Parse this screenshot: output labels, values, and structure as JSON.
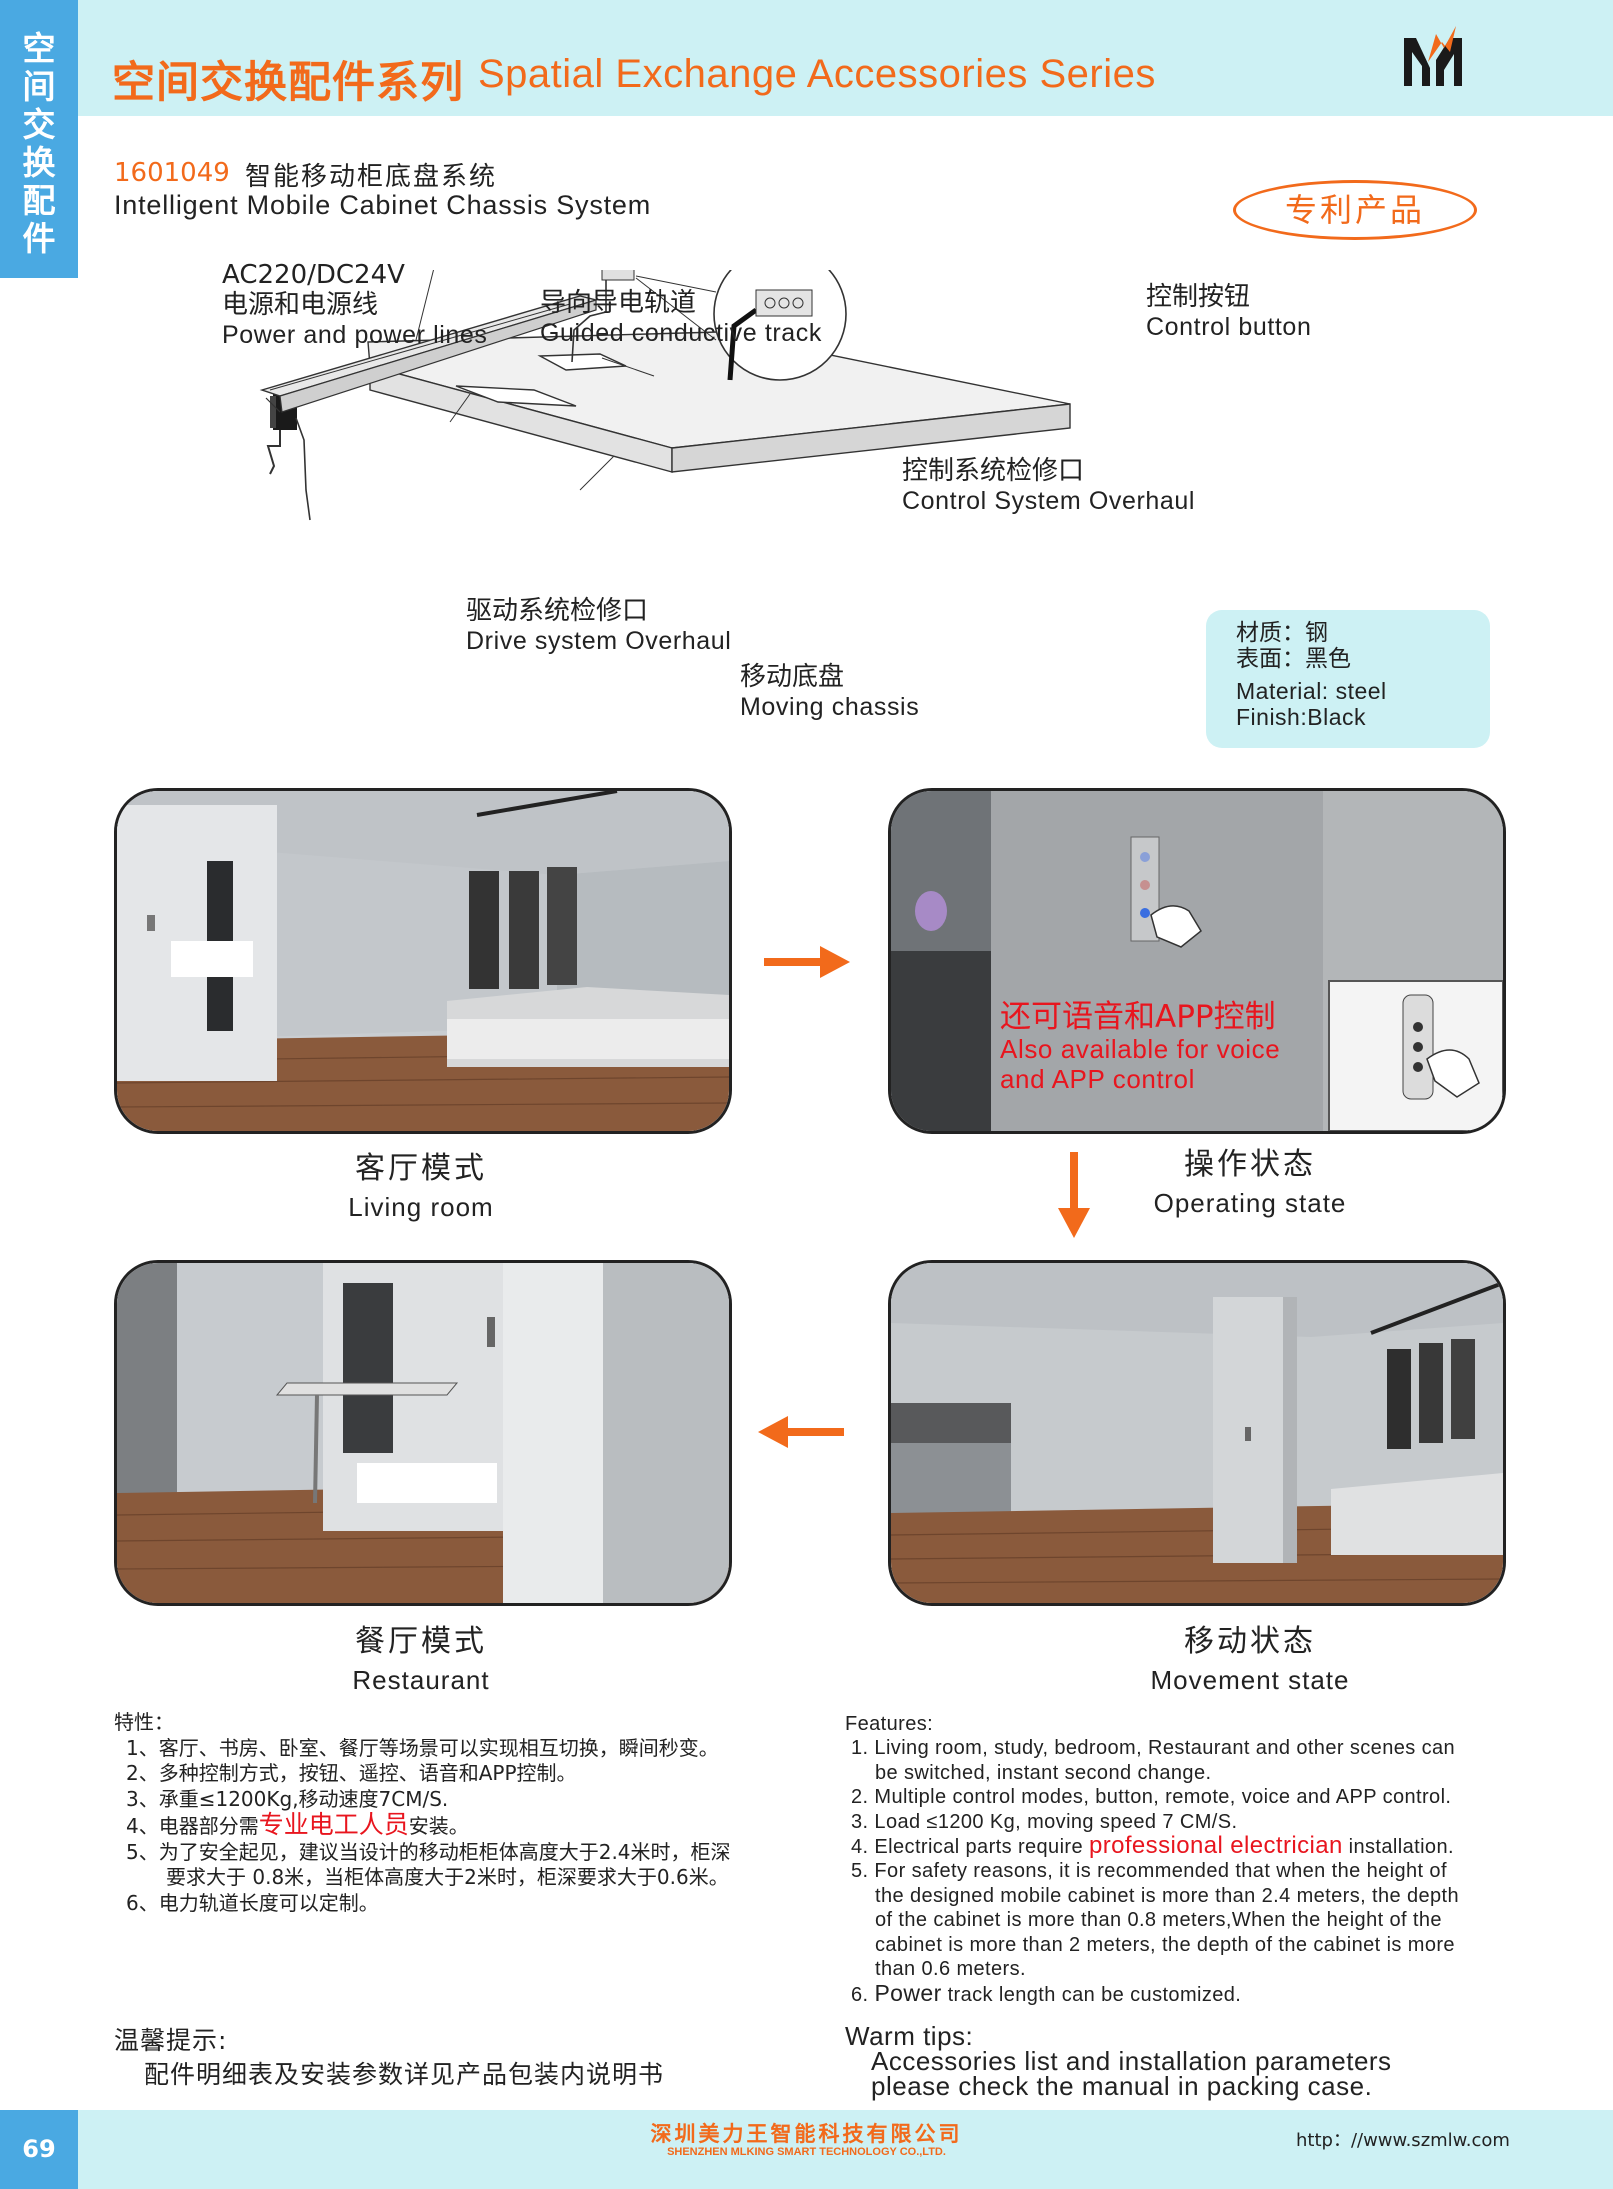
{
  "header": {
    "side_tab_chars": [
      "空",
      "间",
      "交",
      "换",
      "配",
      "件"
    ],
    "title_cn": "空间交换配件系列",
    "title_en": "Spatial Exchange Accessories Series",
    "logo_icon": "m-logo-icon"
  },
  "product": {
    "code": "1601049",
    "name_cn": "智能移动柜底盘系统",
    "name_en": "Intelligent Mobile Cabinet Chassis System",
    "patent": "专利产品"
  },
  "diagram": {
    "power": {
      "spec": "AC220/DC24V",
      "cn": "电源和电源线",
      "en": "Power and power lines"
    },
    "track": {
      "cn": "导向导电轨道",
      "en": "Guided conductive track"
    },
    "button": {
      "cn": "控制按钮",
      "en": "Control button"
    },
    "overhaul_control": {
      "cn": "控制系统检修口",
      "en": "Control System Overhaul"
    },
    "overhaul_drive": {
      "cn": "驱动系统检修口",
      "en": "Drive system  Overhaul"
    },
    "chassis": {
      "cn": "移动底盘",
      "en": "Moving chassis"
    }
  },
  "material": {
    "material_cn": "材质：钢",
    "finish_cn": "表面：黑色",
    "material_en": "Material: steel",
    "finish_en": "Finish:Black"
  },
  "scenes": {
    "living": {
      "cn": "客厅模式",
      "en": "Living room"
    },
    "operating": {
      "cn": "操作状态",
      "en": "Operating state"
    },
    "restaurant": {
      "cn": "餐厅模式",
      "en": "Restaurant"
    },
    "movement": {
      "cn": "移动状态",
      "en": "Movement state"
    },
    "voice_cn": "还可语音和APP控制",
    "voice_en_1": "Also available for voice",
    "voice_en_2": "and APP control"
  },
  "features_cn": {
    "title": "特性：",
    "l1": "1、客厅、书房、卧室、餐厅等场景可以实现相互切换，瞬间秒变。",
    "l2": "2、多种控制方式，按钮、遥控、语音和APP控制。",
    "l3": "3、承重≤1200Kg,移动速度7CM/S.",
    "l4_pre": "4、电器部分需",
    "l4_red": "专业电工人员",
    "l4_post": "安装。",
    "l5a": "5、为了安全起见，建议当设计的移动柜柜体高度大于2.4米时，柜深",
    "l5b": "要求大于 0.8米，当柜体高度大于2米时，柜深要求大于0.6米。",
    "l6": "6、电力轨道长度可以定制。"
  },
  "features_en": {
    "title": "Features:",
    "l1a": "1. Living room, study, bedroom, Restaurant and other scenes can",
    "l1b": "be switched, instant second change.",
    "l2": "2. Multiple control modes, button, remote, voice and APP control.",
    "l3": "3. Load ≤1200 Kg, moving speed 7 CM/S.",
    "l4_pre": "4. Electrical parts require ",
    "l4_red": "professional electrician",
    "l4_post": " installation.",
    "l5a": "5. For safety reasons, it is recommended that when the height of",
    "l5b": "the designed mobile cabinet is more than 2.4 meters, the depth",
    "l5c": "of the cabinet is more than 0.8 meters,When the height of the",
    "l5d": "cabinet is more than 2 meters, the depth of the cabinet is more",
    "l5e": "than 0.6 meters.",
    "l6_pre": "6. ",
    "l6_big": "Power",
    "l6_post": " track length can be customized."
  },
  "tips": {
    "cn_title": "温馨提示:",
    "cn_body": "配件明细表及安装参数详见产品包装内说明书",
    "en_title": "Warm tips:",
    "en_body1": "Accessories list and installation parameters",
    "en_body2": "please check the manual in packing case."
  },
  "footer": {
    "page": "69",
    "company_cn": "深圳美力王智能科技有限公司",
    "company_en": "SHENZHEN MLKING SMART TECHNOLOGY CO.,LTD.",
    "url": "http：//www.szmlw.com"
  },
  "colors": {
    "accent": "#f26a1b",
    "band": "#cdf1f4",
    "tab": "#4aa9e2",
    "red": "#e8151e"
  }
}
